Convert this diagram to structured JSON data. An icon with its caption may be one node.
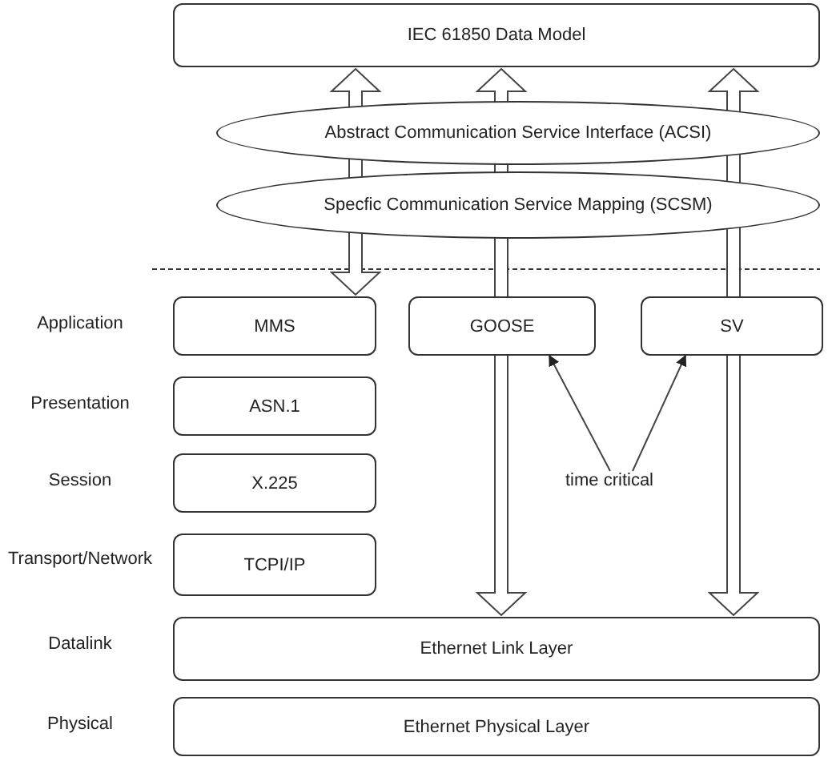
{
  "diagram": {
    "nodes": [
      {
        "text": [
          "IEC 61850 Data Model"
        ]
      },
      {
        "text": [
          "Abstract Communication Service Interface (ACSI)"
        ]
      },
      {
        "text": [
          "Specfic Communication Service Mapping (SCSM)"
        ]
      },
      {
        "text": [
          "MMS"
        ]
      },
      {
        "text": [
          "GOOSE"
        ]
      },
      {
        "text": [
          "SV"
        ]
      },
      {
        "text": [
          "ASN.1"
        ]
      },
      {
        "text": [
          "X.225"
        ]
      },
      {
        "text": [
          "TCPI/IP"
        ]
      },
      {
        "text": [
          "time critical"
        ]
      },
      {
        "text": [
          "Ethernet Link Layer"
        ]
      },
      {
        "text": [
          "Ethernet Physical Layer"
        ]
      }
    ],
    "edges": [
      {
        "from": 0,
        "to": 3,
        "arrow": "both",
        "style": "thick"
      },
      {
        "from": 0,
        "to": 10,
        "arrow": "both",
        "style": "thick"
      },
      {
        "from": 0,
        "to": 10,
        "arrow": "both",
        "style": "thick"
      },
      {
        "from": 9,
        "to": 4,
        "arrow": "to"
      },
      {
        "from": 9,
        "to": 5,
        "arrow": "to"
      }
    ],
    "labels": [
      "Application",
      "Presentation",
      "Session",
      "Transport/Network",
      "Datalink",
      "Physical"
    ]
  }
}
